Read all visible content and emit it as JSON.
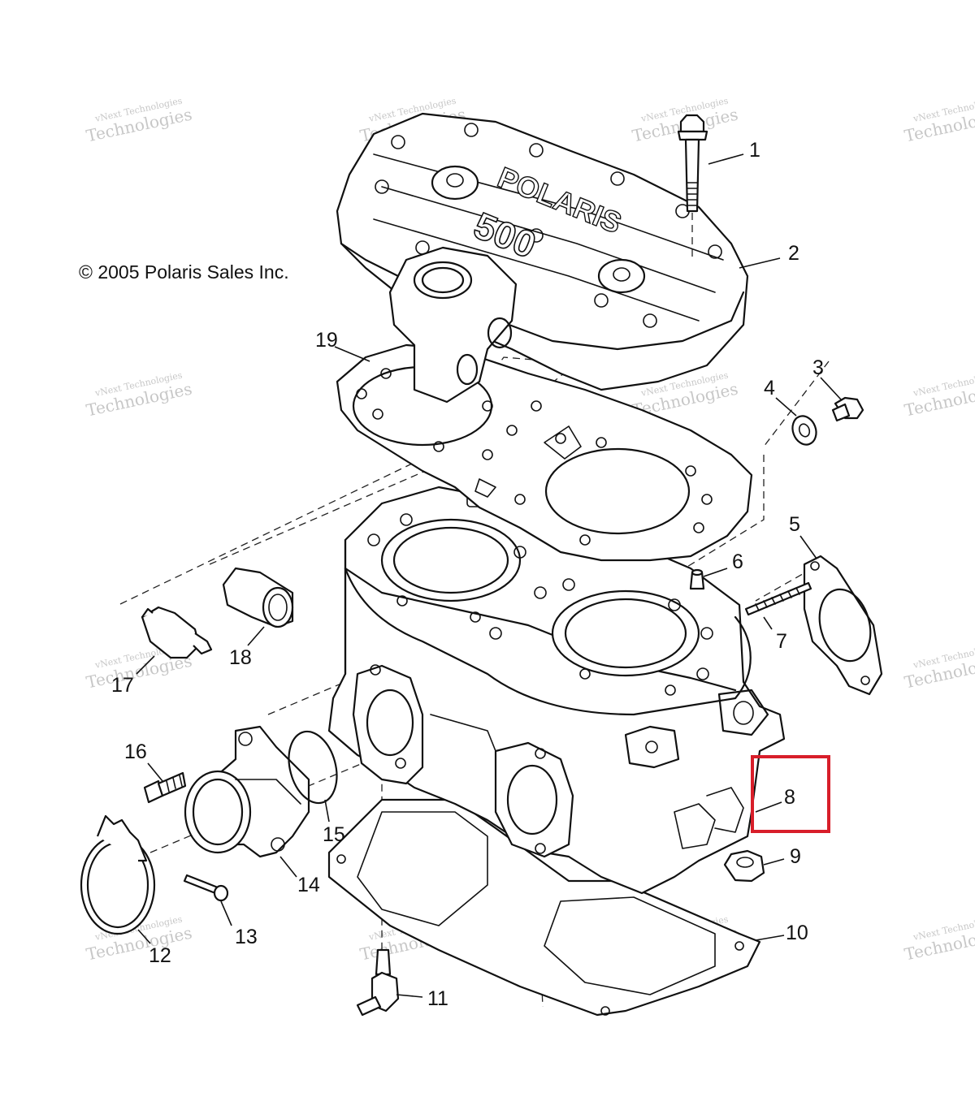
{
  "copyright": "© 2005 Polaris Sales Inc.",
  "cover_text": "POLARIS",
  "cover_model": "500",
  "watermark": {
    "line1": "vNext Technologies",
    "line2": "Technologies"
  },
  "callouts": [
    {
      "id": "1",
      "label": "1"
    },
    {
      "id": "2",
      "label": "2"
    },
    {
      "id": "3",
      "label": "3"
    },
    {
      "id": "4",
      "label": "4"
    },
    {
      "id": "5",
      "label": "5"
    },
    {
      "id": "6",
      "label": "6"
    },
    {
      "id": "7",
      "label": "7"
    },
    {
      "id": "8",
      "label": "8",
      "highlighted": true
    },
    {
      "id": "9",
      "label": "9"
    },
    {
      "id": "10",
      "label": "10"
    },
    {
      "id": "11",
      "label": "11"
    },
    {
      "id": "12",
      "label": "12"
    },
    {
      "id": "13",
      "label": "13"
    },
    {
      "id": "14",
      "label": "14"
    },
    {
      "id": "15",
      "label": "15"
    },
    {
      "id": "16",
      "label": "16"
    },
    {
      "id": "17",
      "label": "17"
    },
    {
      "id": "18",
      "label": "18"
    },
    {
      "id": "19",
      "label": "19"
    }
  ],
  "highlight_color": "#d81e2a"
}
